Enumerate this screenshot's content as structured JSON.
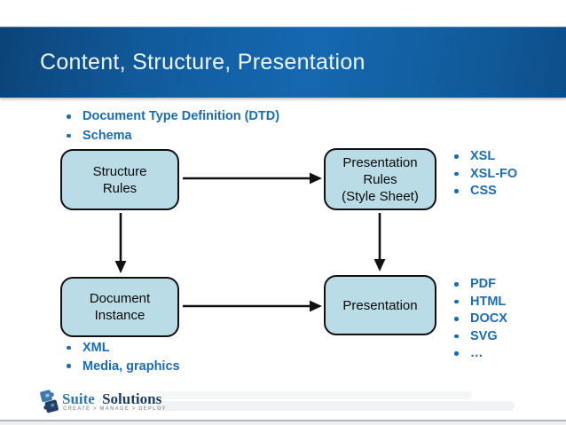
{
  "header": {
    "title": "Content, Structure, Presentation"
  },
  "lists": {
    "definition_types": {
      "items": [
        "Document Type Definition (DTD)",
        "Schema"
      ]
    },
    "style_languages": {
      "items": [
        "XSL",
        "XSL-FO",
        "CSS"
      ]
    },
    "output_formats": {
      "items": [
        "PDF",
        "HTML",
        "DOCX",
        "SVG",
        "…"
      ]
    },
    "content_sources": {
      "items": [
        "XML",
        "Media, graphics"
      ]
    }
  },
  "diagram": {
    "boxes": [
      {
        "id": "structure-rules",
        "lines": [
          "Structure",
          "Rules"
        ]
      },
      {
        "id": "presentation-rules",
        "lines": [
          "Presentation",
          "Rules",
          "(Style Sheet)"
        ]
      },
      {
        "id": "document-instance",
        "lines": [
          "Document",
          "Instance"
        ]
      },
      {
        "id": "presentation",
        "lines": [
          "Presentation"
        ]
      }
    ],
    "connections": [
      {
        "from": "structure-rules",
        "to": "presentation-rules"
      },
      {
        "from": "structure-rules",
        "to": "document-instance"
      },
      {
        "from": "presentation-rules",
        "to": "presentation"
      },
      {
        "from": "document-instance",
        "to": "presentation"
      }
    ]
  },
  "footer": {
    "logo": {
      "word1": "Suite",
      "word2": "Solutions",
      "tagline": "CREATE > MANAGE > DEPLOY"
    }
  },
  "colors": {
    "header_blue_dark": "#0c4377",
    "header_blue_light": "#1568b0",
    "bullet_blue": "#1a6cb4",
    "box_fill": "#b9dce6",
    "box_border": "#111111",
    "title_text": "#eef6fb",
    "arrow": "#111111",
    "logo_blue": "#2e75b0",
    "logo_navy": "#1d3e63"
  }
}
